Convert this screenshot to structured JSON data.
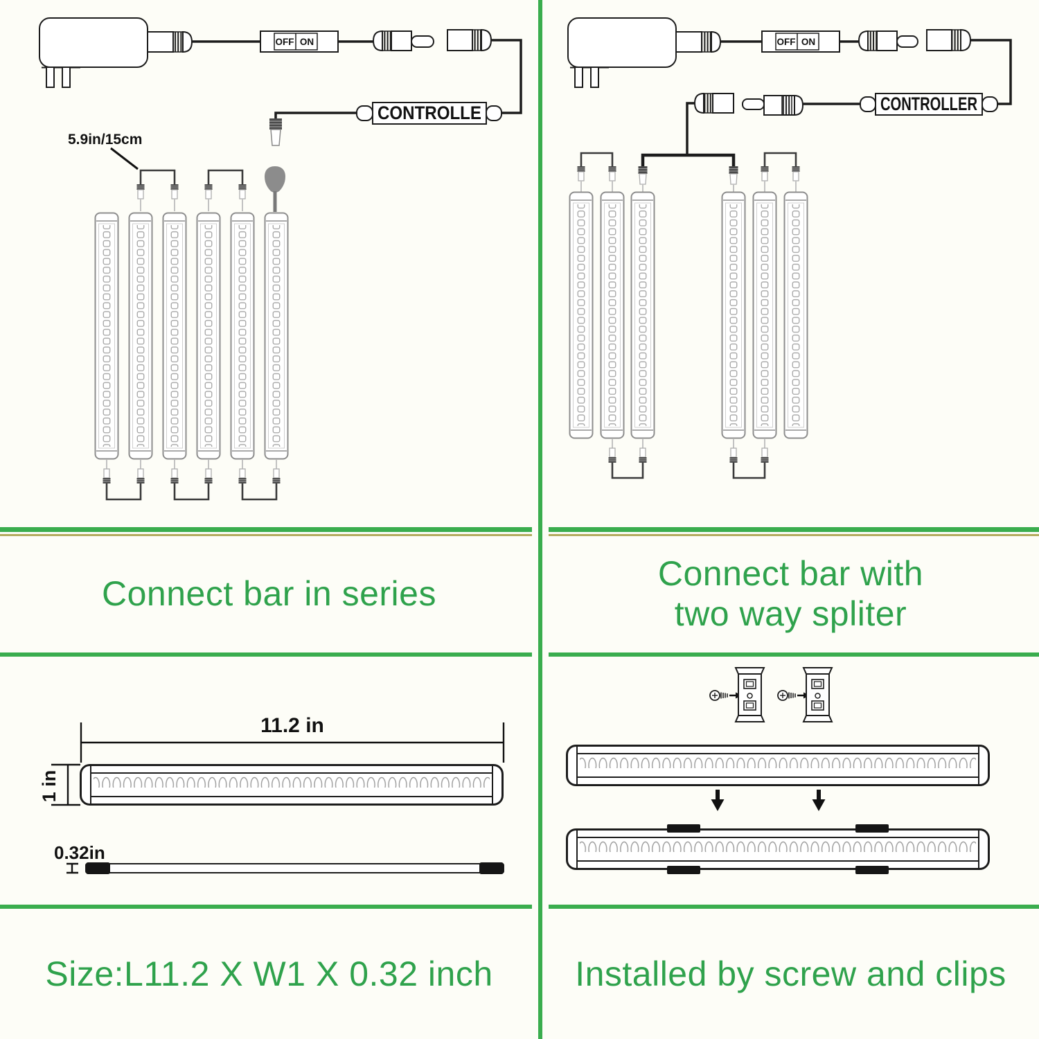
{
  "colors": {
    "divider_green": "#3aad4e",
    "caption_green": "#2fa24c",
    "accent_olive": "#b3ab5e",
    "ink": "#1c1c1c"
  },
  "series_diagram": {
    "switch_off": "OFF",
    "switch_on": "ON",
    "controller_label": "CONTROLLE",
    "wire_length_label": "5.9in/15cm",
    "caption": "Connect bar in series"
  },
  "splitter_diagram": {
    "switch_off": "OFF",
    "switch_on": "ON",
    "controller_label": "CONTROLLER",
    "caption_line1": "Connect bar with",
    "caption_line2": "two way spliter"
  },
  "dimensions_diagram": {
    "length_label": "11.2 in",
    "width_label": "1 in",
    "thickness_label": "0.32in",
    "caption": "Size:L11.2 X W1 X 0.32 inch"
  },
  "install_diagram": {
    "caption": "Installed by screw and clips"
  }
}
